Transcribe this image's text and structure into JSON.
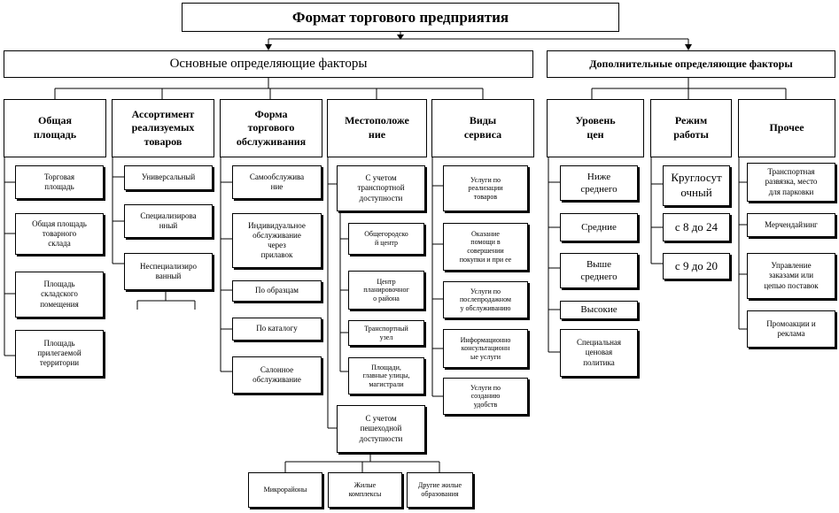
{
  "title": "Формат торгового предприятия",
  "groups": {
    "main": "Основные определяющие факторы",
    "additional": "Дополнительные определяющие факторы"
  },
  "categories": [
    "Общая\nплощадь",
    "Ассортимент\nреализуемых\nтоваров",
    "Форма\nторгового\nобслуживания",
    "Местоположе\nние",
    "Виды\nсервиса",
    "Уровень\nцен",
    "Режим\nработы",
    "Прочее"
  ],
  "area_items": [
    "Торговая\nплощадь",
    "Общая площадь\nтоварного\nсклада",
    "Площадь\nскладского\nпомещения",
    "Площадь\nприлегаемой\nтерритории"
  ],
  "assortment_items": [
    "Универсальный",
    "Специализирова\nнный",
    "Неспециализиро\nванный"
  ],
  "service_form_items": [
    "Самообслужива\nние",
    "Индивидуальное\nобслуживание\nчерез\nприлавок",
    "По образцам",
    "По каталогу",
    "Салонное\nобслуживание"
  ],
  "location": {
    "transport": "С учетом\nтранспортной\nдоступности",
    "transport_items": [
      "Общегородско\nй центр",
      "Центр\nпланировочног\nо района",
      "Транспортный\nузел",
      "Площади,\nглавные улицы,\nмагистрали"
    ],
    "pedestrian": "С учетом\nпешеходной\nдоступности",
    "pedestrian_items": [
      "Микрорайоны",
      "Жилые\nкомплексы",
      "Другие жилые\nобразования"
    ]
  },
  "service_types_items": [
    "Услуги по\nреализации\nтоваров",
    "Оказание\nпомощи в\nсовершении\nпокупки и при ее",
    "Услуги по\nпослепродажном\nу обслуживанию",
    "Информационно\nконсультационн\nые услуги",
    "Услуги по\nсозданию\nудобств"
  ],
  "price_items": [
    "Ниже\nсреднего",
    "Средние",
    "Выше\nсреднего",
    "Высокие",
    "Специальная\nценовая\nполитика"
  ],
  "schedule_items": [
    "Круглосут\nочный",
    "с 8 до 24",
    "с 9 до 20"
  ],
  "other_items": [
    "Транспортная\nразвязка, место\nдля парковки",
    "Мерчендайзинг",
    "Управление\nзаказами или\nцепью поставок",
    "Промоакции и\nреклама"
  ]
}
